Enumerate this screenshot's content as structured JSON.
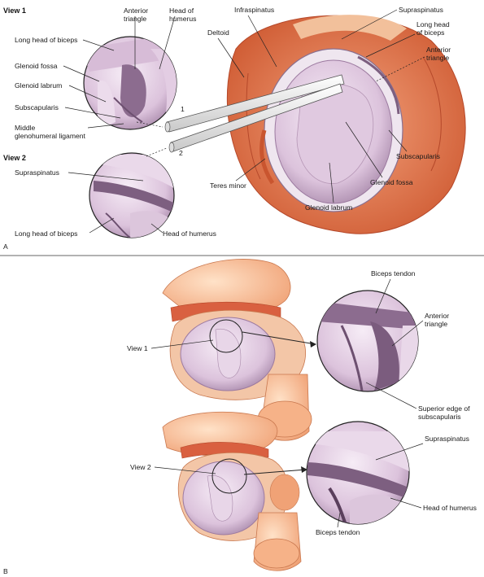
{
  "panel_a": {
    "letter": "A",
    "view1_title": "View 1",
    "view2_title": "View 2",
    "labels": {
      "long_head_biceps": "Long head of biceps",
      "anterior_triangle": "Anterior triangle",
      "head_humerus": "Head of humerus",
      "glenoid_fossa": "Glenoid fossa",
      "glenoid_labrum": "Glenoid labrum",
      "subscapularis": "Subscapularis",
      "middle_ghl": "Middle glenohumeral ligament",
      "infraspinatus": "Infraspinatus",
      "deltoid": "Deltoid",
      "supraspinatus": "Supraspinatus",
      "long_head_biceps_r": "Long head of biceps",
      "anterior_triangle_r": "Anterior triangle",
      "subscapularis_r": "Subscapularis",
      "glenoid_fossa_r": "Glenoid fossa",
      "teres_minor": "Teres minor",
      "glenoid_labrum_r": "Glenoid labrum",
      "supraspinatus_v2": "Supraspinatus",
      "long_head_biceps_v2": "Long head of biceps",
      "head_humerus_v2": "Head of humerus",
      "portal_1": "1",
      "portal_2": "2"
    }
  },
  "panel_b": {
    "letter": "B",
    "labels": {
      "view1": "View 1",
      "view2": "View 2",
      "biceps_tendon": "Biceps tendon",
      "anterior_triangle": "Anterior triangle",
      "superior_edge_subscap": "Superior edge of subscapularis",
      "supraspinatus": "Supraspinatus",
      "head_humerus": "Head of humerus",
      "biceps_tendon_2": "Biceps tendon"
    }
  },
  "colors": {
    "muscle": "#e8825a",
    "muscle_dark": "#c9552f",
    "cartilage": "#e7d3e6",
    "cartilage_dark": "#9c7aa0",
    "scope": "#f4f4f4"
  }
}
